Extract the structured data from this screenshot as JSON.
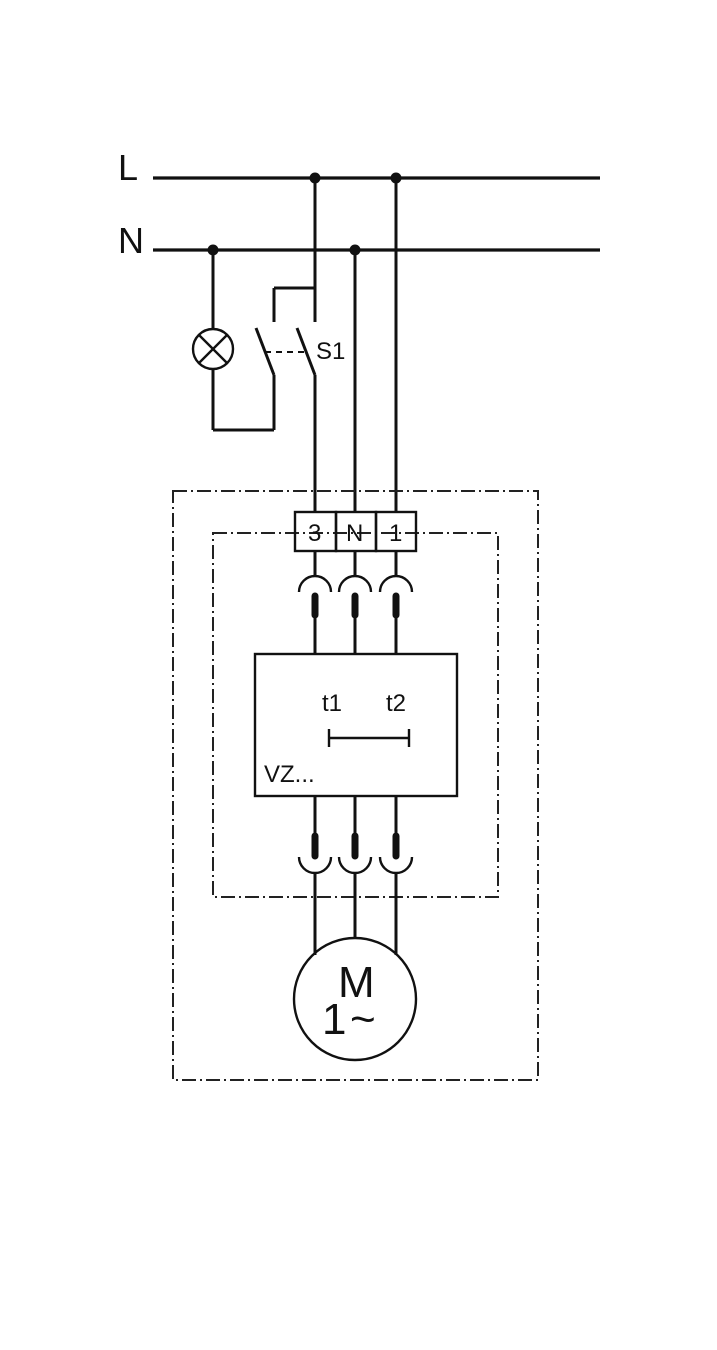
{
  "lines": {
    "live": "L",
    "neutral": "N"
  },
  "switch": {
    "label": "S1"
  },
  "terminals": [
    "3",
    "N",
    "1"
  ],
  "controller": {
    "label": "VZ...",
    "timer_start": "t1",
    "timer_end": "t2"
  },
  "motor": {
    "letter": "M",
    "phase": "1",
    "symbol": "~"
  }
}
